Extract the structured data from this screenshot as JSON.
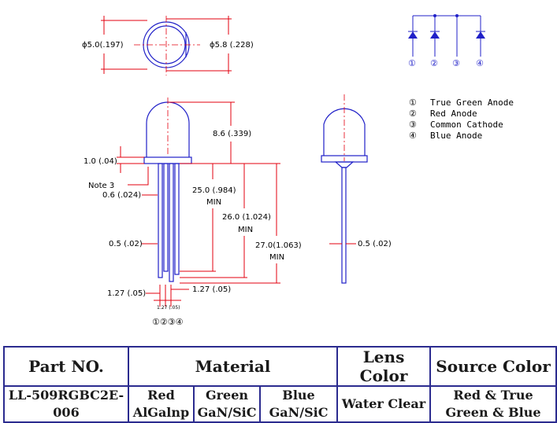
{
  "dims": {
    "lens_diameter": "ϕ5.0(.197)",
    "flange_diameter": "ϕ5.8 (.228)",
    "lens_height": "8.6 (.339)",
    "flange_thickness": "1.0 (.04)",
    "note": "Note 3",
    "lead_width": "0.6 (.024)",
    "lead_len1": "25.0 (.984)",
    "lead_len1_min": "MIN",
    "lead_len2": "26.0 (1.024)",
    "lead_len2_min": "MIN",
    "lead_len3": "27.0(1.063)",
    "lead_len3_min": "MIN",
    "lead_thickness": "0.5 (.02)",
    "side_thickness": "0.5 (.02)",
    "pitch_left": "1.27 (.05)",
    "pitch_right": "1.27 (.05)",
    "pitch_small": "1.27 (.05)",
    "pin_order": "①②③④"
  },
  "schematic": {
    "pins": [
      "①",
      "②",
      "③",
      "④"
    ]
  },
  "legend": [
    {
      "num": "①",
      "label": "True Green Anode"
    },
    {
      "num": "②",
      "label": "Red Anode"
    },
    {
      "num": "③",
      "label": "Common Cathode"
    },
    {
      "num": "④",
      "label": "Blue Anode"
    }
  ],
  "table": {
    "headers": {
      "part_no": "Part NO.",
      "material": "Material",
      "lens_color": "Lens Color",
      "source_color": "Source Color"
    },
    "row": {
      "part_no": [
        "LL-509RGBC2E-",
        "006"
      ],
      "material_red": [
        "Red",
        "AlGalnp"
      ],
      "material_green": [
        "Green",
        "GaN/SiC"
      ],
      "material_blue": [
        "Blue",
        "GaN/SiC"
      ],
      "lens_color": "Water Clear",
      "source_color": [
        "Red & True",
        "Green & Blue"
      ]
    }
  },
  "colors": {
    "outline": "#2020c8",
    "dimension": "#e3000f",
    "table_border": "#2b2b8f"
  }
}
